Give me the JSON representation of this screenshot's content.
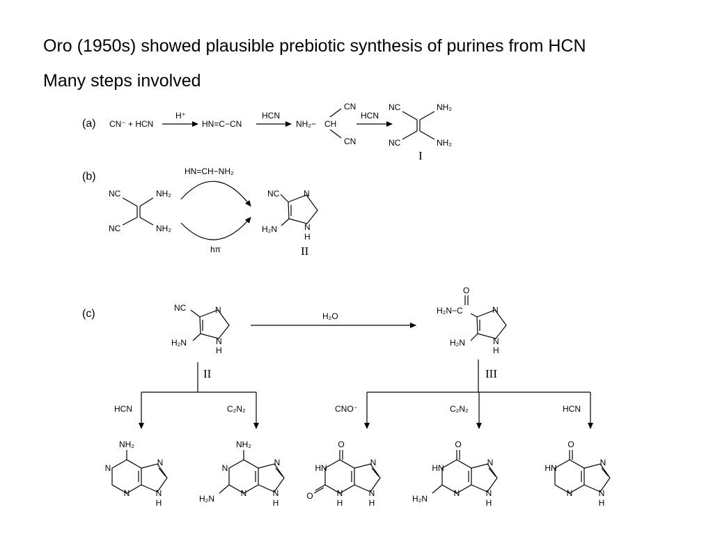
{
  "slide": {
    "line1": "Oro (1950s) showed plausible prebiotic synthesis of purines from HCN",
    "line2": "Many steps involved"
  },
  "scheme": {
    "panels": [
      "(a)",
      "(b)",
      "(c)"
    ],
    "roman": [
      "I",
      "II",
      "II",
      "III"
    ],
    "a": {
      "reactants": "CN⁻ + HCN",
      "cond1": "H⁺",
      "inter1": "HN=C−CN",
      "cond2": "HCN",
      "inter2_nh2": "NH₂−",
      "inter2_ch": "CH",
      "inter2_cn_top": "CN",
      "inter2_cn_bottom": "CN",
      "cond3": "HCN",
      "prod_nc_top": "NC",
      "prod_nh2_top": "NH₂",
      "prod_nc_bottom": "NC",
      "prod_nh2_bottom": "NH₂"
    },
    "b": {
      "nc_top": "NC",
      "nh2_top": "NH₂",
      "nc_bottom": "NC",
      "nh2_bottom": "NH₂",
      "reagent_top": "HN=CH−NH₂",
      "reagent_bottom": "hπ",
      "prod_nc": "NC",
      "prod_h2n": "H₂N",
      "prod_n": "N",
      "prod_nh_n": "N",
      "prod_nh_h": "H"
    },
    "c": {
      "start_nc": "NC",
      "start_h2n": "H₂N",
      "start_n": "N",
      "start_nh_n": "N",
      "start_nh_h": "H",
      "cond_water": "H₂O",
      "amide_o": "O",
      "amide_h2n": "H₂N−C",
      "amide_h2n_ring": "H₂N",
      "amide_n": "N",
      "amide_nh_n": "N",
      "amide_nh_h": "H",
      "branch_labels": [
        "HCN",
        "C₂N₂",
        "CNO⁻",
        "C₂N₂",
        "HCN"
      ]
    },
    "purines": [
      {
        "top": "NH₂",
        "left": "N",
        "left2": "",
        "bottom_left": "",
        "n1": "N",
        "n3": "N",
        "n7": "N",
        "n9": "N",
        "h": "H"
      },
      {
        "top": "NH₂",
        "left": "N",
        "left2": "",
        "bottom_left": "H₂N",
        "n1": "N",
        "n3": "N",
        "n7": "N",
        "n9": "N",
        "h": "H"
      },
      {
        "top": "O",
        "left": "HN",
        "left2": "O",
        "bottom_left": "",
        "n1": "",
        "n3": "N",
        "n7": "N",
        "n9": "N",
        "h": "H",
        "h3": "H"
      },
      {
        "top": "O",
        "left": "HN",
        "left2": "",
        "bottom_left": "H₂N",
        "n1": "",
        "n3": "N",
        "n7": "N",
        "n9": "N",
        "h": "H"
      },
      {
        "top": "O",
        "left": "HN",
        "left2": "",
        "bottom_left": "",
        "n1": "",
        "n3": "N",
        "n7": "N",
        "n9": "N",
        "h": "H"
      }
    ]
  }
}
